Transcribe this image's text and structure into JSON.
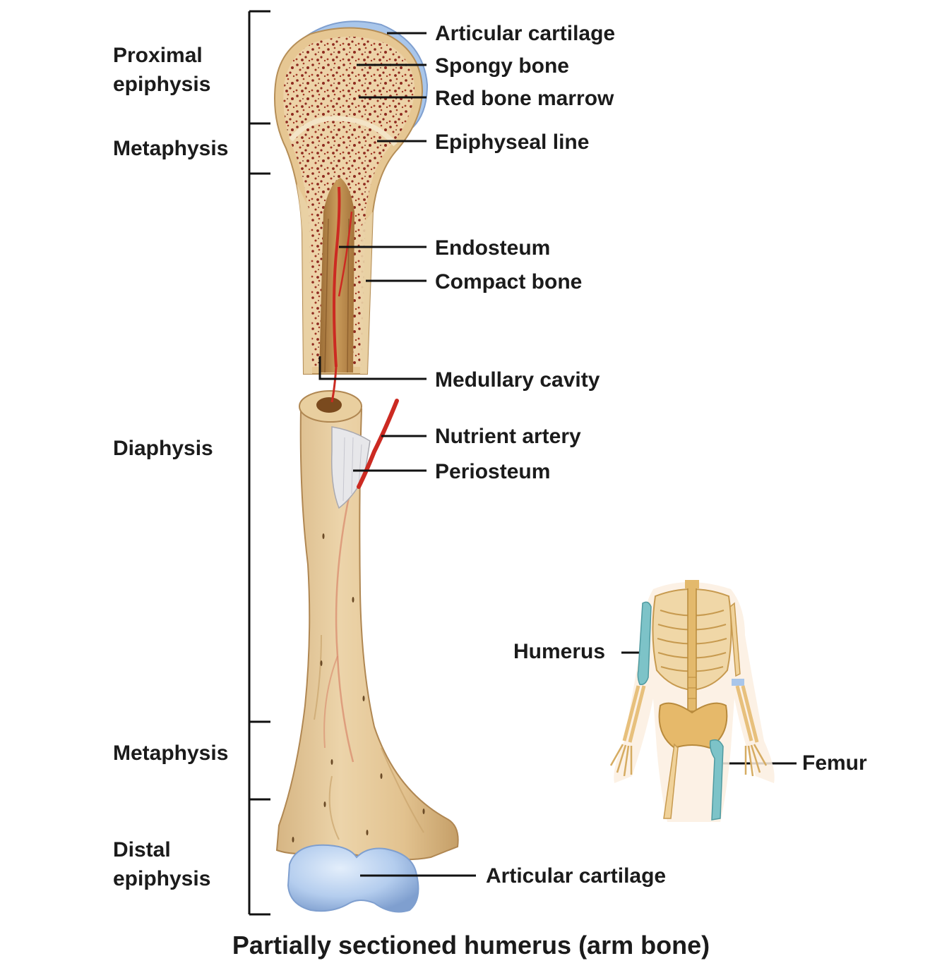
{
  "regions": {
    "proximal_epiphysis": [
      "Proximal",
      "epiphysis"
    ],
    "metaphysis_top": "Metaphysis",
    "diaphysis": "Diaphysis",
    "metaphysis_bottom": "Metaphysis",
    "distal_epiphysis": [
      "Distal",
      "epiphysis"
    ]
  },
  "labels": {
    "articular_cartilage_top": "Articular cartilage",
    "spongy_bone": "Spongy  bone",
    "red_bone_marrow": "Red bone marrow",
    "epiphyseal_line": "Epiphyseal line",
    "endosteum": "Endosteum",
    "compact_bone": "Compact bone",
    "medullary_cavity": "Medullary cavity",
    "nutrient_artery": "Nutrient artery",
    "periosteum": "Periosteum",
    "articular_cartilage_bottom": "Articular cartilage",
    "humerus": "Humerus",
    "femur": "Femur"
  },
  "caption": "Partially sectioned humerus (arm bone)",
  "colors": {
    "bone": "#e8cda0",
    "bone_shadow": "#c9a46c",
    "spongy_dots": "#8e2a1f",
    "cartilage": "#a9c6ea",
    "artery": "#cc2a22",
    "highlight_bone": "#7dc3c8"
  }
}
